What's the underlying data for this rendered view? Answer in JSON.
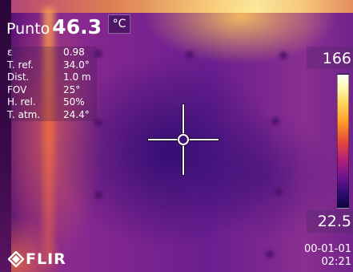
{
  "measurement": {
    "label": "Punto",
    "value": "46.3",
    "unit": "°C"
  },
  "parameters": [
    {
      "name": "ε",
      "value": "0.98"
    },
    {
      "name": "T. ref.",
      "value": "34.0°"
    },
    {
      "name": "Dist.",
      "value": "1.0 m"
    },
    {
      "name": "FOV",
      "value": "25°"
    },
    {
      "name": "H. rel.",
      "value": "50%"
    },
    {
      "name": "T. atm.",
      "value": "24.4°"
    }
  ],
  "scale": {
    "max": "166",
    "min": "22.5",
    "palette": [
      "#ffffff",
      "#fff6b0",
      "#ffd35a",
      "#ff9a2a",
      "#e84a3a",
      "#b0207a",
      "#6a1290",
      "#2a0a70",
      "#0c0440"
    ]
  },
  "datetime": {
    "date": "00-01-01",
    "time": "02:21"
  },
  "brand": {
    "name": "FLIR",
    "icon": "flir-logo-icon"
  },
  "crosshair": {
    "icon": "crosshair-icon"
  }
}
